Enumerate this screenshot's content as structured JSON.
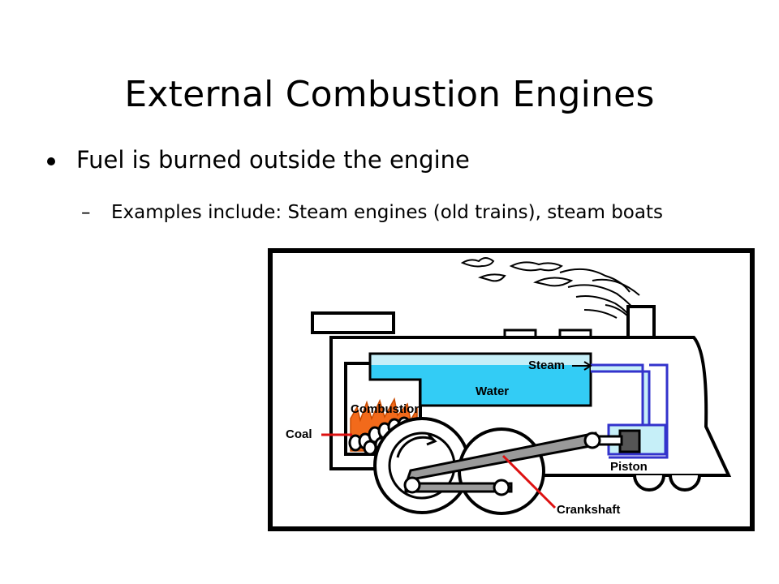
{
  "slide": {
    "title": "External Combustion Engines",
    "bullet": "Fuel is burned outside the engine",
    "sub_bullet": "Examples include:  Steam engines (old trains), steam boats"
  },
  "diagram": {
    "labels": {
      "steam": "Steam",
      "water": "Water",
      "combustion": "Combustion",
      "coal": "Coal",
      "piston": "Piston",
      "crankshaft": "Crankshaft"
    },
    "colors": {
      "frame": "#000000",
      "water": "#33ccf5",
      "water_light": "#c6eff8",
      "pipe": "#3333cc",
      "flame": "#f26a1b",
      "pointer": "#dd1111",
      "coal": "#3a3a3a"
    }
  }
}
